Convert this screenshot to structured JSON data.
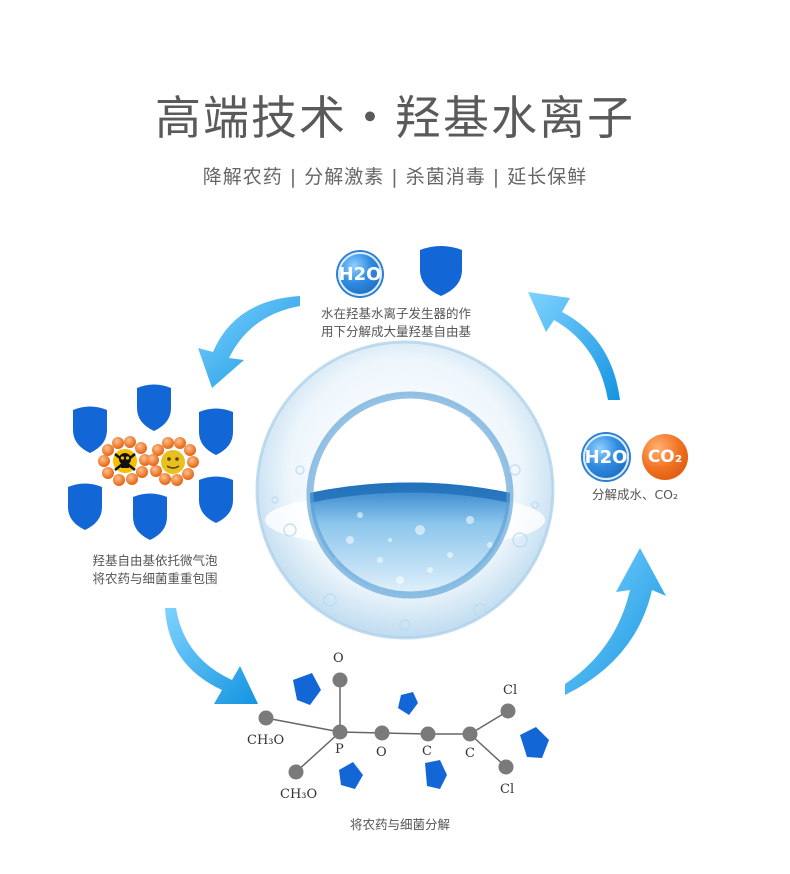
{
  "title": "高端技术・羟基水离子",
  "subtitle": "降解农药 | 分解激素 | 杀菌消毒 | 延长保鲜",
  "top_caption": {
    "line1": "水在羟基水离子发生器的作",
    "line2": "用下分解成大量羟基自由基"
  },
  "top_ball": "H2O",
  "left_caption": {
    "line1": "羟基自由基依托微气泡",
    "line2": "将农药与细菌重重包围"
  },
  "right_balls": {
    "h2o": "H2O",
    "co2": "CO₂"
  },
  "right_caption": "分解成水、CO₂",
  "molecule": {
    "labels": {
      "o_top": "O",
      "ch3o_1": "CH₃O",
      "ch3o_2": "CH₃O",
      "p": "P",
      "o_mid": "O",
      "c1": "C",
      "c2": "C",
      "cl1": "Cl",
      "cl2": "Cl"
    },
    "caption": "将农药与细菌分解"
  },
  "colors": {
    "shield": "#1366d6",
    "arrow": "#1aa3e8",
    "particle": "#f08a3a",
    "atom": "#7a7a7a"
  }
}
